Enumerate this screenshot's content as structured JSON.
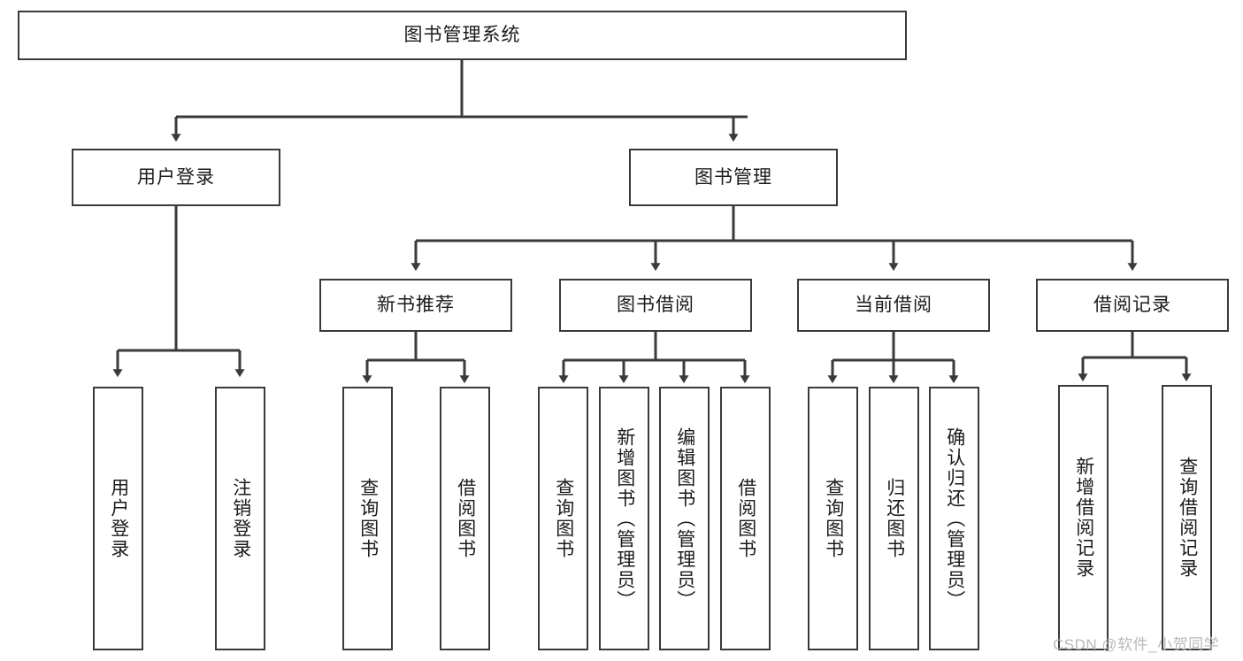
{
  "diagram": {
    "type": "tree-hierarchy-flowchart",
    "title": "图书管理系统",
    "orientation": "top-down",
    "box_style": {
      "fill": "#ffffff",
      "stroke": "#3a3a3a",
      "text": "#1b1b1b"
    },
    "connector_style": {
      "stroke": "#3a3a3a",
      "arrowhead": "filled-triangle"
    }
  },
  "root": {
    "label": "图书管理系统"
  },
  "level2": [
    {
      "label": "用户登录"
    },
    {
      "label": "图书管理"
    }
  ],
  "level3": [
    {
      "label": "新书推荐"
    },
    {
      "label": "图书借阅"
    },
    {
      "label": "当前借阅"
    },
    {
      "label": "借阅记录"
    }
  ],
  "leaves": {
    "user_login": [
      {
        "label": "用户登录"
      },
      {
        "label": "注销登录"
      }
    ],
    "new_book_recommend": [
      {
        "label": "查询图书"
      },
      {
        "label": "借阅图书"
      }
    ],
    "book_borrow": [
      {
        "label": "查询图书"
      },
      {
        "label": "新增图书（管理员）"
      },
      {
        "label": "编辑图书（管理员）"
      },
      {
        "label": "借阅图书"
      }
    ],
    "current_borrow": [
      {
        "label": "查询图书"
      },
      {
        "label": "归还图书"
      },
      {
        "label": "确认归还（管理员）"
      }
    ],
    "borrow_record": [
      {
        "label": "新增借阅记录"
      },
      {
        "label": "查询借阅记录"
      }
    ]
  },
  "watermark": {
    "text": "CSDN @软件_小贺同学"
  }
}
